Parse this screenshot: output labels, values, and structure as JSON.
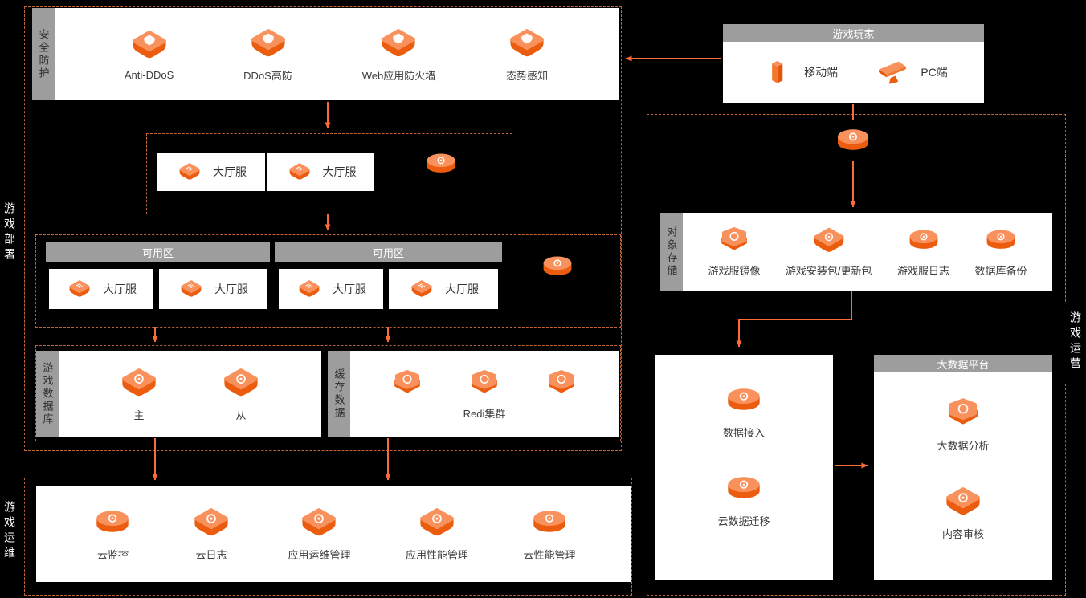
{
  "colors": {
    "accent": "#F2692B",
    "arrow": "#FF6A3A",
    "panel_bg": "#FFFFFF",
    "header_gray": "#9D9D9D",
    "canvas_bg": "#000000"
  },
  "side_labels": {
    "deploy": "游戏部署",
    "ops": "游戏运维",
    "operation": "游戏运营"
  },
  "security": {
    "title": "安全防护",
    "items": [
      {
        "label": "Anti-DDoS",
        "icon": "anti-ddos-shield-icon"
      },
      {
        "label": "DDoS高防",
        "icon": "ddos-advanced-protection-icon"
      },
      {
        "label": "Web应用防火墙",
        "icon": "web-application-firewall-icon"
      },
      {
        "label": "态势感知",
        "icon": "situation-awareness-icon"
      }
    ]
  },
  "lobby": {
    "items": [
      {
        "label": "大厅服",
        "icon": "lobby-server-icon"
      },
      {
        "label": "大厅服",
        "icon": "lobby-server-icon"
      }
    ],
    "balancer_icon": "load-balancer-icon"
  },
  "zones": [
    {
      "title": "可用区",
      "items": [
        {
          "label": "大厅服",
          "icon": "lobby-server-icon"
        },
        {
          "label": "大厅服",
          "icon": "lobby-server-icon"
        }
      ]
    },
    {
      "title": "可用区",
      "items": [
        {
          "label": "大厅服",
          "icon": "lobby-server-icon"
        },
        {
          "label": "大厅服",
          "icon": "lobby-server-icon"
        }
      ]
    }
  ],
  "zone_balancer_icon": "load-balancer-icon",
  "database": {
    "title": "游戏数据库",
    "items": [
      {
        "label": "主",
        "icon": "master-db-icon"
      },
      {
        "label": "从",
        "icon": "replica-db-icon"
      }
    ]
  },
  "cache": {
    "title": "缓存数据",
    "cluster_label": "Redi集群",
    "icons": [
      "redis-node-icon",
      "redis-node-icon",
      "redis-node-icon"
    ]
  },
  "ops": {
    "items": [
      {
        "label": "云监控",
        "icon": "cloud-monitor-icon"
      },
      {
        "label": "云日志",
        "icon": "cloud-log-icon"
      },
      {
        "label": "应用运维管理",
        "icon": "app-ops-management-icon"
      },
      {
        "label": "应用性能管理",
        "icon": "app-performance-management-icon"
      },
      {
        "label": "云性能管理",
        "icon": "cloud-performance-management-icon"
      }
    ]
  },
  "players": {
    "title": "游戏玩家",
    "items": [
      {
        "label": "移动端",
        "icon": "mobile-device-icon"
      },
      {
        "label": "PC端",
        "icon": "pc-device-icon"
      }
    ],
    "balancer_icon": "load-balancer-icon"
  },
  "storage": {
    "title": "对象存储",
    "items": [
      {
        "label": "游戏服镜像",
        "icon": "game-server-image-icon"
      },
      {
        "label": "游戏安装包/更新包",
        "icon": "game-package-icon"
      },
      {
        "label": "游戏服日志",
        "icon": "game-server-log-icon"
      },
      {
        "label": "数据库备份",
        "icon": "database-backup-icon"
      }
    ]
  },
  "data_access": {
    "items": [
      {
        "label": "数据接入",
        "icon": "data-ingestion-icon"
      },
      {
        "label": "云数据迁移",
        "icon": "cloud-data-migration-icon"
      }
    ]
  },
  "bigdata": {
    "title": "大数据平台",
    "items": [
      {
        "label": "大数据分析",
        "icon": "big-data-analysis-icon"
      },
      {
        "label": "内容审核",
        "icon": "content-moderation-icon"
      }
    ]
  }
}
